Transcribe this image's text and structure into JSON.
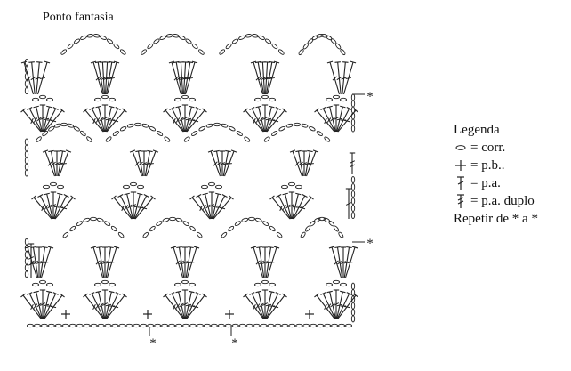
{
  "title": "Ponto fantasia",
  "repeat_marker": "*",
  "legend": {
    "heading": "Legenda",
    "items": [
      {
        "symbol": "oval-chain-icon",
        "text": "= corr."
      },
      {
        "symbol": "plus-single-crochet-icon",
        "text": "= p.b.."
      },
      {
        "symbol": "double-crochet-icon",
        "text": "= p.a."
      },
      {
        "symbol": "treble-crochet-icon",
        "text": "= p.a. duplo"
      }
    ],
    "footer": "Repetir de * a *"
  },
  "colors": {
    "ink": "#222222",
    "background": "#ffffff"
  }
}
